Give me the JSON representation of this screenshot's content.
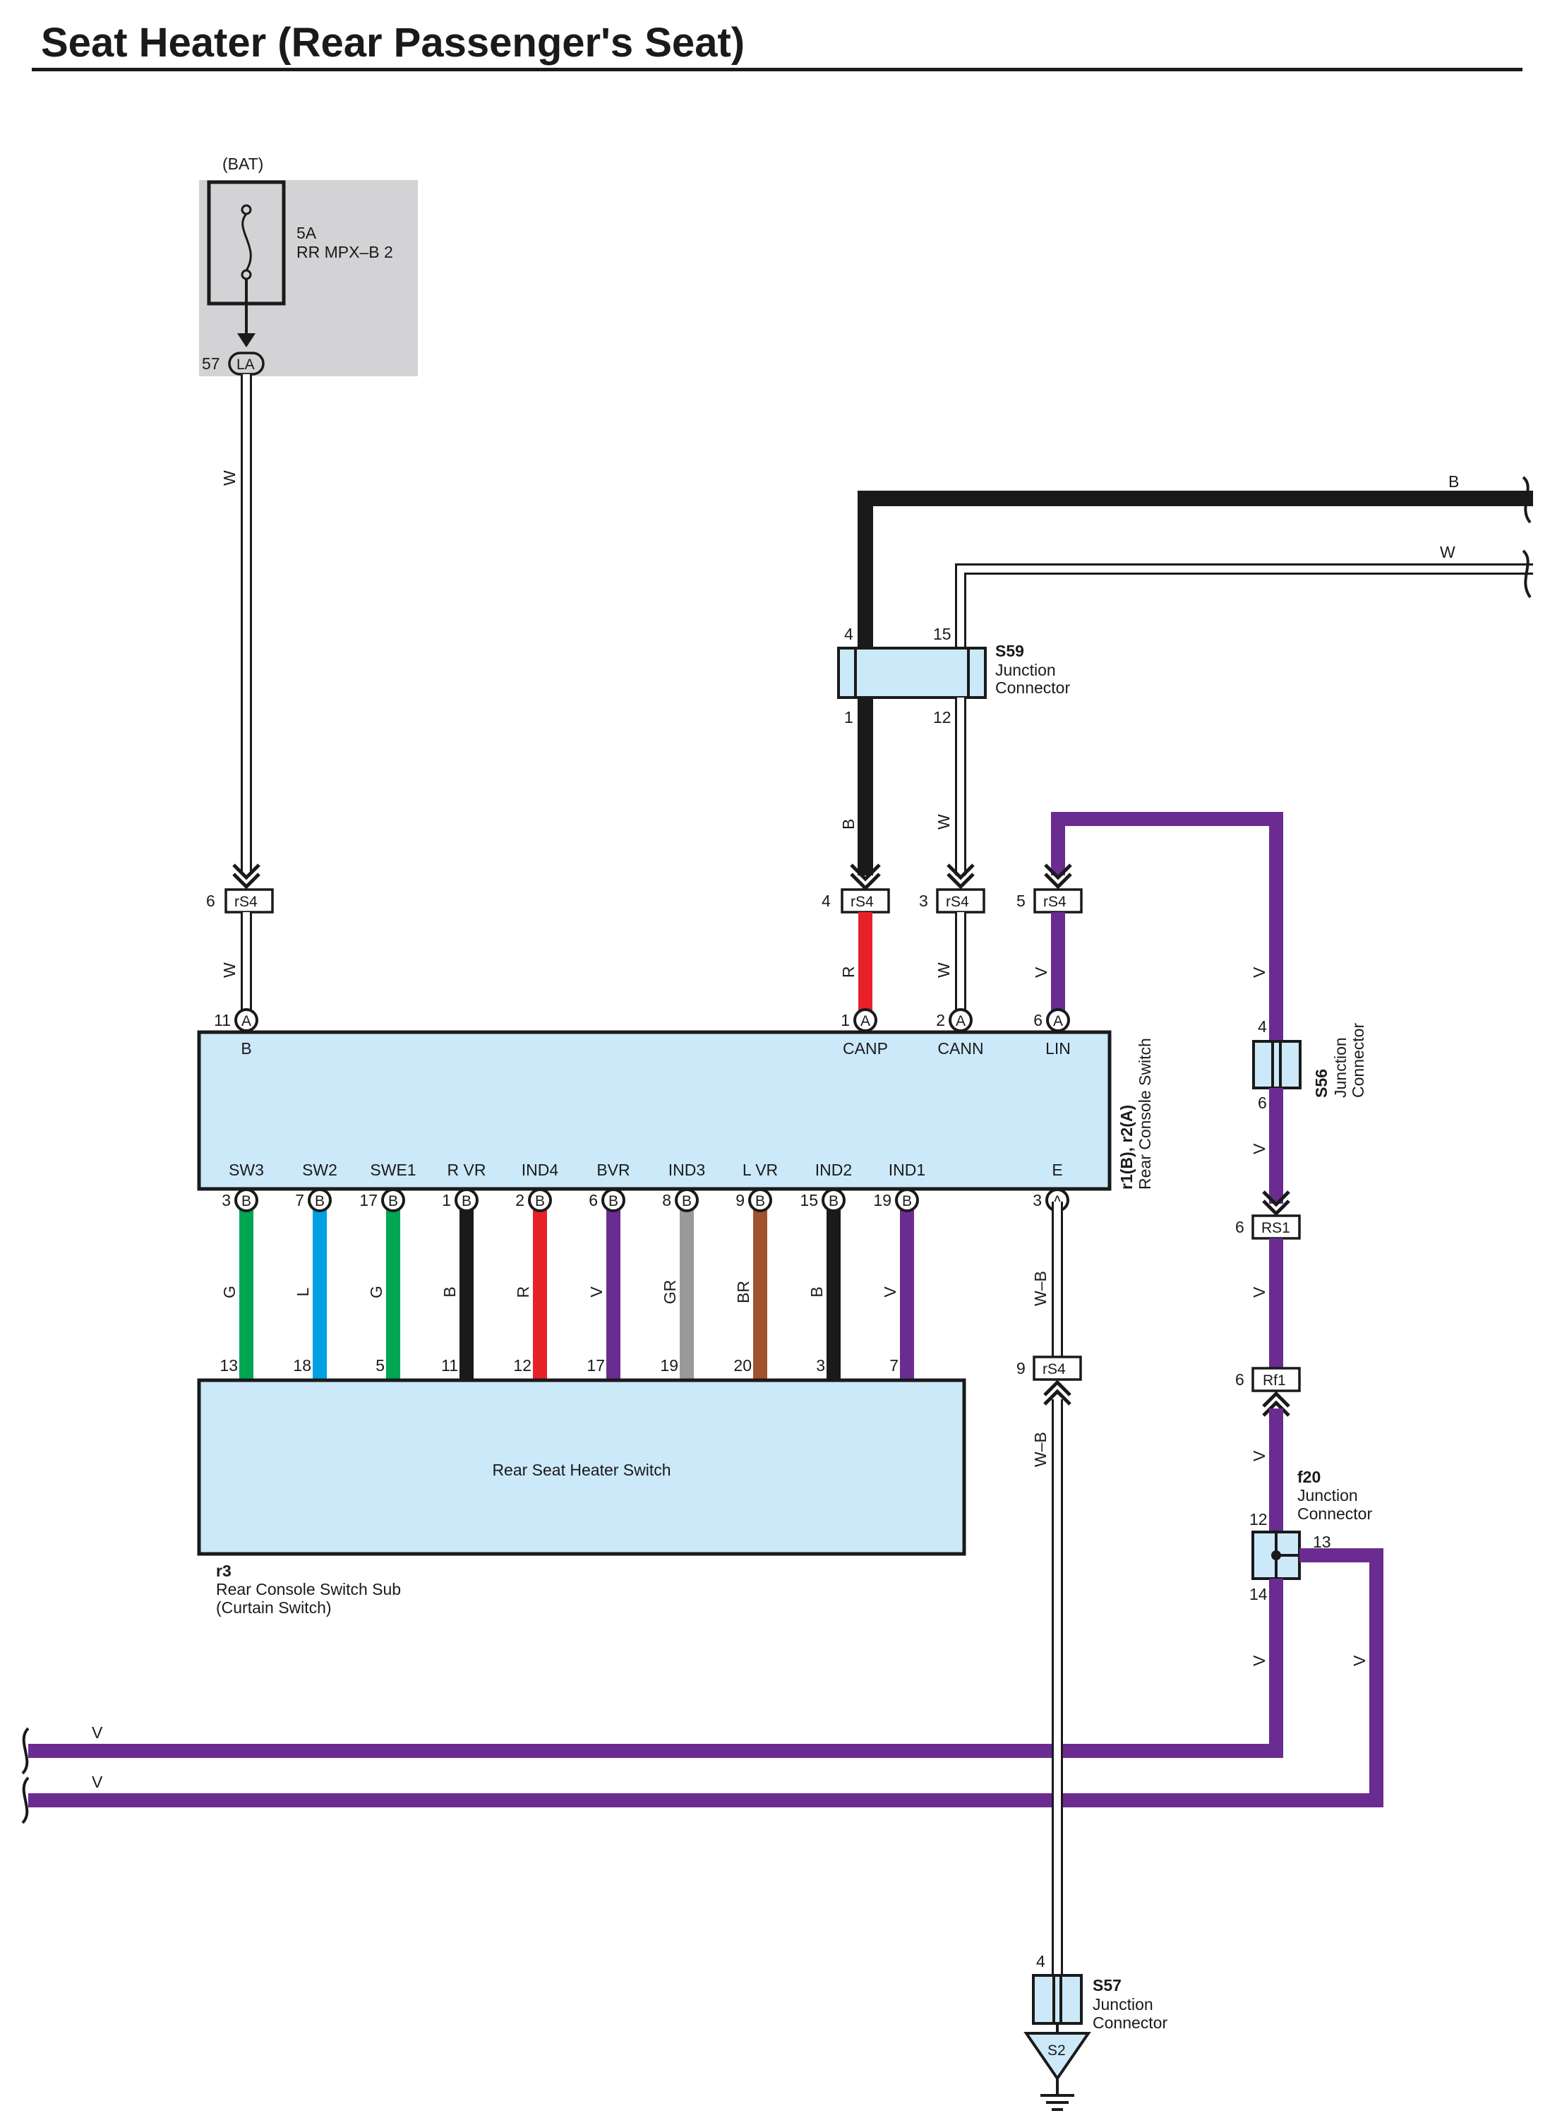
{
  "title": "Seat Heater (Rear Passenger's Seat)",
  "colors": {
    "B": "#1a1a1a",
    "W": "#ffffff",
    "V": "#6b2c91",
    "R": "#e8202a",
    "G": "#00a651",
    "L": "#00a0e3",
    "GR": "#999999",
    "BR": "#a0522d",
    "W-B": "#ffffff",
    "component_fill": "#cce9f9",
    "fuse_box_fill": "#d3d3d5"
  },
  "fuse": {
    "source": "(BAT)",
    "rating": "5A",
    "name": "RR MPX–B 2",
    "connector": "LA",
    "pin": "57"
  },
  "junctions": {
    "s59": {
      "id": "S59",
      "line1": "Junction",
      "line2": "Connector",
      "pins": [
        "4",
        "15",
        "1",
        "12"
      ]
    },
    "s56": {
      "id": "S56",
      "line1": "Junction",
      "line2": "Connector",
      "pins": [
        "4",
        "6"
      ]
    },
    "s57": {
      "id": "S57",
      "line1": "Junction",
      "line2": "Connector",
      "pins": [
        "4"
      ]
    },
    "f20": {
      "id": "f20",
      "line1": "Junction",
      "line2": "Connector",
      "pins": [
        "12",
        "13",
        "14"
      ]
    }
  },
  "inline_connectors": {
    "rs4_w": {
      "label": "rS4",
      "pin": "6"
    },
    "rs4_canp": {
      "label": "rS4",
      "pin": "4"
    },
    "rs4_cann": {
      "label": "rS4",
      "pin": "3"
    },
    "rs4_lin": {
      "label": "rS4",
      "pin": "5"
    },
    "rs4_e": {
      "label": "rS4",
      "pin": "9"
    },
    "rs1": {
      "label": "RS1",
      "pin": "6"
    },
    "rf1": {
      "label": "Rf1",
      "pin": "6"
    }
  },
  "ground": {
    "label": "S2"
  },
  "console_switch": {
    "id": "r1(B), r2(A)",
    "name": "Rear Console Switch",
    "top_pins": [
      {
        "pin": "11",
        "conn": "A",
        "label": "B"
      },
      {
        "pin": "1",
        "conn": "A",
        "label": "CANP"
      },
      {
        "pin": "2",
        "conn": "A",
        "label": "CANN"
      },
      {
        "pin": "6",
        "conn": "A",
        "label": "LIN"
      }
    ],
    "bottom_pins": [
      {
        "pin": "3",
        "conn": "B",
        "label": "SW3",
        "color": "G",
        "sub_pin": "13"
      },
      {
        "pin": "7",
        "conn": "B",
        "label": "SW2",
        "color": "L",
        "sub_pin": "18"
      },
      {
        "pin": "17",
        "conn": "B",
        "label": "SWE1",
        "color": "G",
        "sub_pin": "5"
      },
      {
        "pin": "1",
        "conn": "B",
        "label": "R VR",
        "color": "B",
        "sub_pin": "11"
      },
      {
        "pin": "2",
        "conn": "B",
        "label": "IND4",
        "color": "R",
        "sub_pin": "12"
      },
      {
        "pin": "6",
        "conn": "B",
        "label": "BVR",
        "color": "V",
        "sub_pin": "17"
      },
      {
        "pin": "8",
        "conn": "B",
        "label": "IND3",
        "color": "GR",
        "sub_pin": "19"
      },
      {
        "pin": "9",
        "conn": "B",
        "label": "L VR",
        "color": "BR",
        "sub_pin": "20"
      },
      {
        "pin": "15",
        "conn": "B",
        "label": "IND2",
        "color": "B",
        "sub_pin": "3"
      },
      {
        "pin": "19",
        "conn": "B",
        "label": "IND1",
        "color": "V",
        "sub_pin": "7"
      }
    ],
    "ground_pin": {
      "pin": "3",
      "conn": "A",
      "label": "E"
    }
  },
  "sub_switch": {
    "name": "Rear Seat Heater Switch",
    "id": "r3",
    "line1": "Rear Console Switch Sub",
    "line2": "(Curtain Switch)"
  },
  "wire_labels": {
    "w_fuse": "W",
    "w_b_top": "B",
    "w_w_top": "W",
    "w_b_s59": "B",
    "w_w_s59": "W",
    "w_r_canp": "R",
    "w_w_cann": "W",
    "w_w_b": "W",
    "w_v_lin": "V",
    "w_v_s56_top": "V",
    "w_v_s56_bot": "V",
    "w_v_rs1": "V",
    "w_v_rf1": "V",
    "w_v_f20_14": "V",
    "w_v_f20_13": "V",
    "w_wb_1": "W–B",
    "w_wb_2": "W–B",
    "w_v_left1": "V",
    "w_v_left2": "V"
  }
}
